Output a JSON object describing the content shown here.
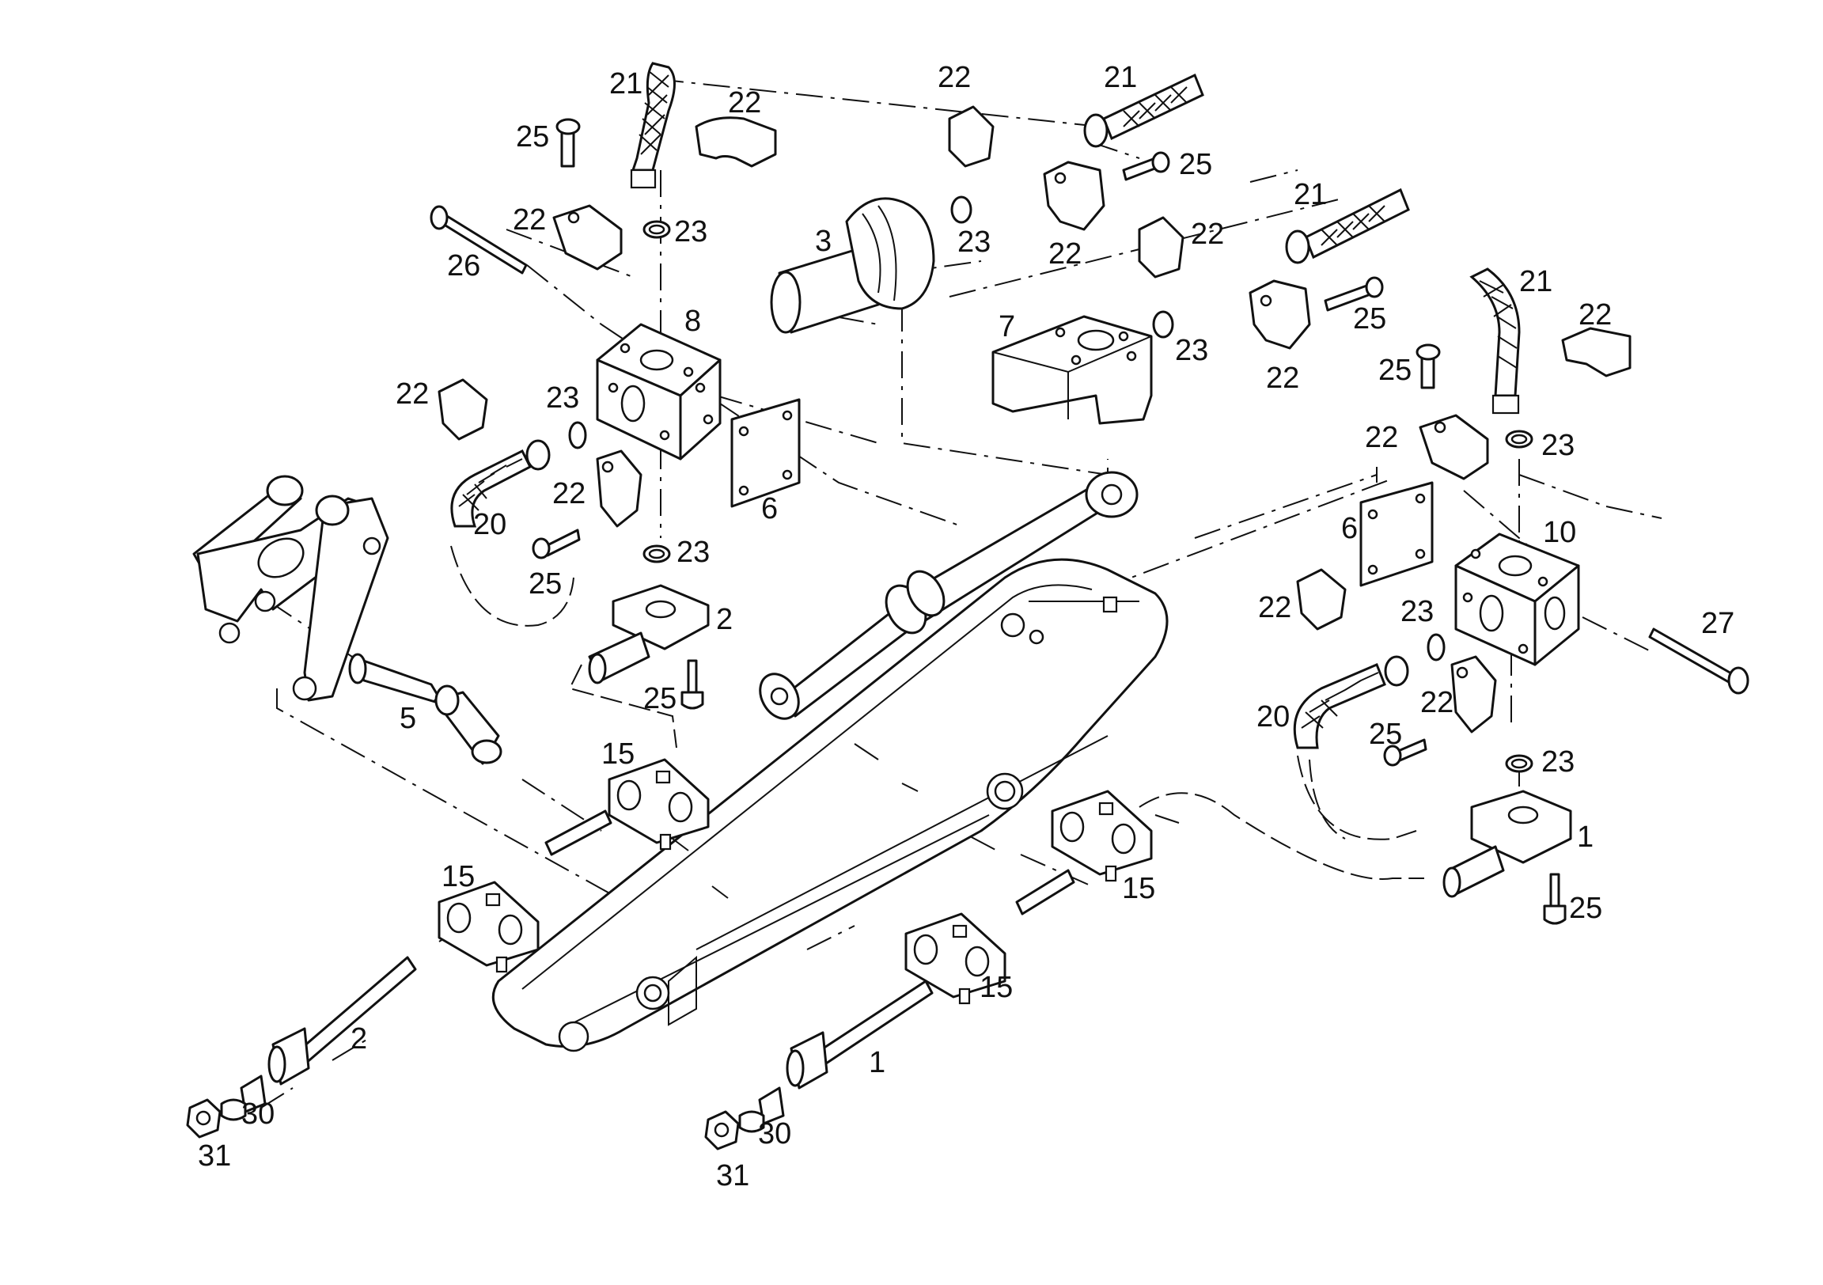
{
  "diagram": {
    "background": "#ffffff",
    "line_color": "#111111",
    "labels": [
      {
        "id": "lbl-21-a",
        "text": "21"
      },
      {
        "id": "lbl-22-a",
        "text": "22"
      },
      {
        "id": "lbl-25-a",
        "text": "25"
      },
      {
        "id": "lbl-22-b",
        "text": "22"
      },
      {
        "id": "lbl-23-a",
        "text": "23"
      },
      {
        "id": "lbl-26",
        "text": "26"
      },
      {
        "id": "lbl-8",
        "text": "8"
      },
      {
        "id": "lbl-22-c",
        "text": "22"
      },
      {
        "id": "lbl-23-b",
        "text": "23"
      },
      {
        "id": "lbl-6-a",
        "text": "6"
      },
      {
        "id": "lbl-22-d",
        "text": "22"
      },
      {
        "id": "lbl-20-a",
        "text": "20"
      },
      {
        "id": "lbl-23-c",
        "text": "23"
      },
      {
        "id": "lbl-25-b",
        "text": "25"
      },
      {
        "id": "lbl-2-a",
        "text": "2"
      },
      {
        "id": "lbl-25-c",
        "text": "25"
      },
      {
        "id": "lbl-5",
        "text": "5"
      },
      {
        "id": "lbl-15-a",
        "text": "15"
      },
      {
        "id": "lbl-15-b",
        "text": "15"
      },
      {
        "id": "lbl-2-b",
        "text": "2"
      },
      {
        "id": "lbl-30-a",
        "text": "30"
      },
      {
        "id": "lbl-31-a",
        "text": "31"
      },
      {
        "id": "lbl-22-e",
        "text": "22"
      },
      {
        "id": "lbl-21-b",
        "text": "21"
      },
      {
        "id": "lbl-25-d",
        "text": "25"
      },
      {
        "id": "lbl-3",
        "text": "3"
      },
      {
        "id": "lbl-23-d",
        "text": "23"
      },
      {
        "id": "lbl-22-f",
        "text": "22"
      },
      {
        "id": "lbl-22-g",
        "text": "22"
      },
      {
        "id": "lbl-21-c",
        "text": "21"
      },
      {
        "id": "lbl-7",
        "text": "7"
      },
      {
        "id": "lbl-23-e",
        "text": "23"
      },
      {
        "id": "lbl-25-e",
        "text": "25"
      },
      {
        "id": "lbl-22-h",
        "text": "22"
      },
      {
        "id": "lbl-21-d",
        "text": "21"
      },
      {
        "id": "lbl-22-i",
        "text": "22"
      },
      {
        "id": "lbl-25-f",
        "text": "25"
      },
      {
        "id": "lbl-22-j",
        "text": "22"
      },
      {
        "id": "lbl-23-f",
        "text": "23"
      },
      {
        "id": "lbl-6-b",
        "text": "6"
      },
      {
        "id": "lbl-10",
        "text": "10"
      },
      {
        "id": "lbl-22-k",
        "text": "22"
      },
      {
        "id": "lbl-23-g",
        "text": "23"
      },
      {
        "id": "lbl-27",
        "text": "27"
      },
      {
        "id": "lbl-20-b",
        "text": "20"
      },
      {
        "id": "lbl-22-l",
        "text": "22"
      },
      {
        "id": "lbl-25-g",
        "text": "25"
      },
      {
        "id": "lbl-23-h",
        "text": "23"
      },
      {
        "id": "lbl-1-a",
        "text": "1"
      },
      {
        "id": "lbl-25-h",
        "text": "25"
      },
      {
        "id": "lbl-15-c",
        "text": "15"
      },
      {
        "id": "lbl-15-d",
        "text": "15"
      },
      {
        "id": "lbl-1-b",
        "text": "1"
      },
      {
        "id": "lbl-30-b",
        "text": "30"
      },
      {
        "id": "lbl-31-b",
        "text": "31"
      }
    ]
  }
}
